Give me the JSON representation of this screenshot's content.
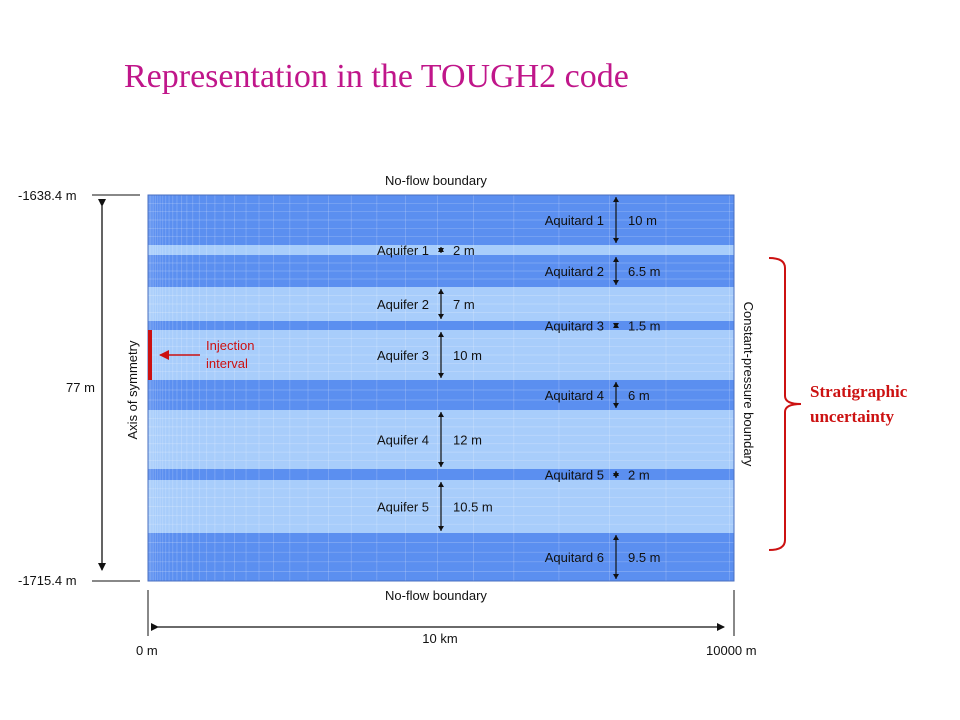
{
  "title": "Representation in the TOUGH2 code",
  "colors": {
    "title": "#c0168a",
    "aquitard": "#5b8ff0",
    "aquifer": "#a8cdfb",
    "annotation": "#cc1111"
  },
  "boundaries": {
    "top": "No-flow boundary",
    "bottom": "No-flow boundary",
    "left": "Axis of symmetry",
    "right": "Constant-pressure boundary"
  },
  "depths": {
    "top": "-1638.4 m",
    "bottom": "-1715.4 m",
    "thickness": "77 m"
  },
  "horizontal": {
    "start": "0 m",
    "end": "10000 m",
    "length": "10 km"
  },
  "injection": {
    "label_line1": "Injection",
    "label_line2": "interval"
  },
  "uncertainty": {
    "line1": "Stratigraphic",
    "line2": "uncertainty"
  },
  "layers": [
    {
      "name": "Aquitard 1",
      "thickness": "10 m",
      "kind": "aquitard"
    },
    {
      "name": "Aquifer 1",
      "thickness": "2 m",
      "kind": "aquifer"
    },
    {
      "name": "Aquitard 2",
      "thickness": "6.5 m",
      "kind": "aquitard"
    },
    {
      "name": "Aquifer 2",
      "thickness": "7 m",
      "kind": "aquifer"
    },
    {
      "name": "Aquitard 3",
      "thickness": "1.5 m",
      "kind": "aquitard"
    },
    {
      "name": "Aquifer 3",
      "thickness": "10 m",
      "kind": "aquifer"
    },
    {
      "name": "Aquitard 4",
      "thickness": "6 m",
      "kind": "aquitard"
    },
    {
      "name": "Aquifer 4",
      "thickness": "12 m",
      "kind": "aquifer"
    },
    {
      "name": "Aquitard 5",
      "thickness": "2 m",
      "kind": "aquitard"
    },
    {
      "name": "Aquifer 5",
      "thickness": "10.5 m",
      "kind": "aquifer"
    },
    {
      "name": "Aquitard 6",
      "thickness": "9.5 m",
      "kind": "aquitard"
    }
  ]
}
